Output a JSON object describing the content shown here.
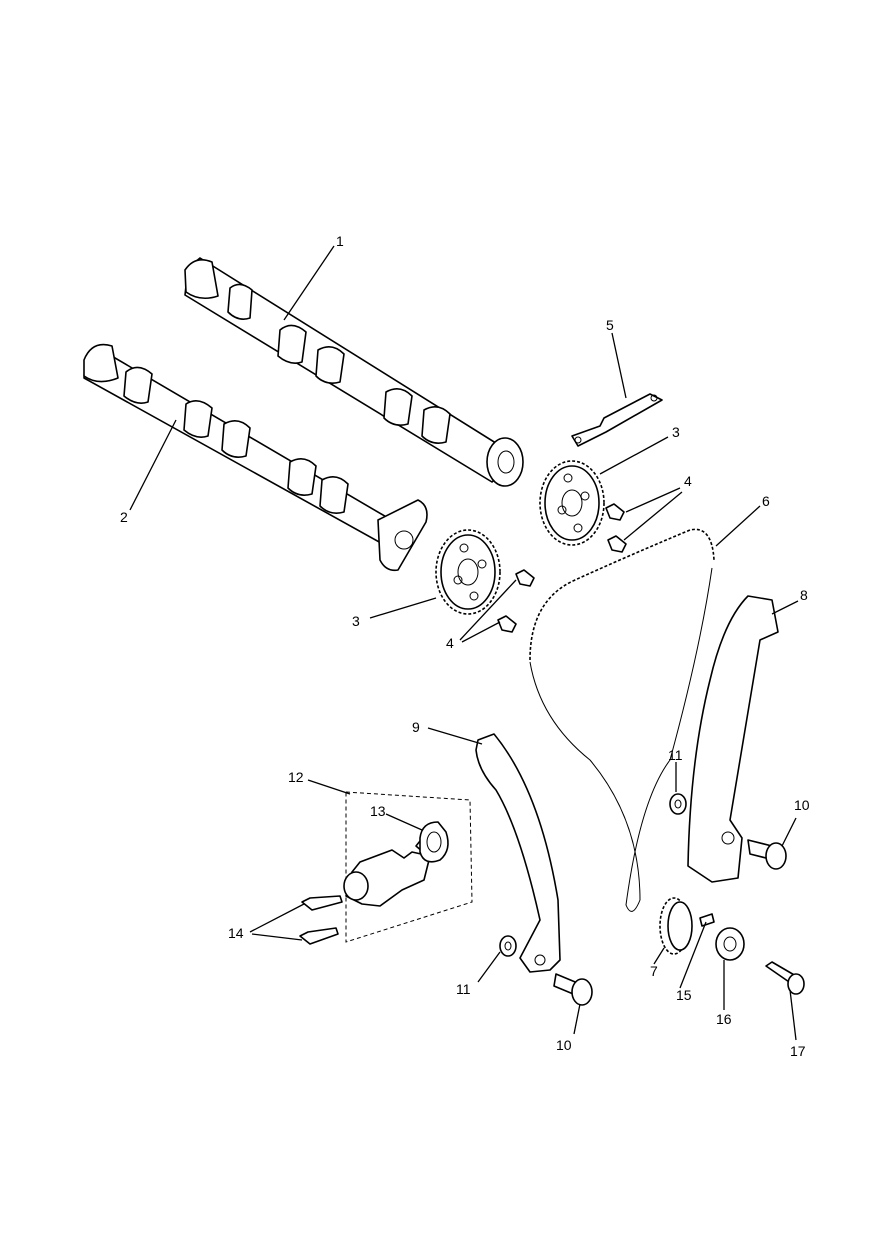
{
  "diagram": {
    "callouts": {
      "c1": "1",
      "c2": "2",
      "c3a": "3",
      "c3b": "3",
      "c4a": "4",
      "c4b": "4",
      "c5": "5",
      "c6": "6",
      "c7": "7",
      "c8": "8",
      "c9": "9",
      "c10a": "10",
      "c10b": "10",
      "c11a": "11",
      "c11b": "11",
      "c12": "12",
      "c13": "13",
      "c14": "14",
      "c15": "15",
      "c16": "16",
      "c17": "17"
    }
  }
}
